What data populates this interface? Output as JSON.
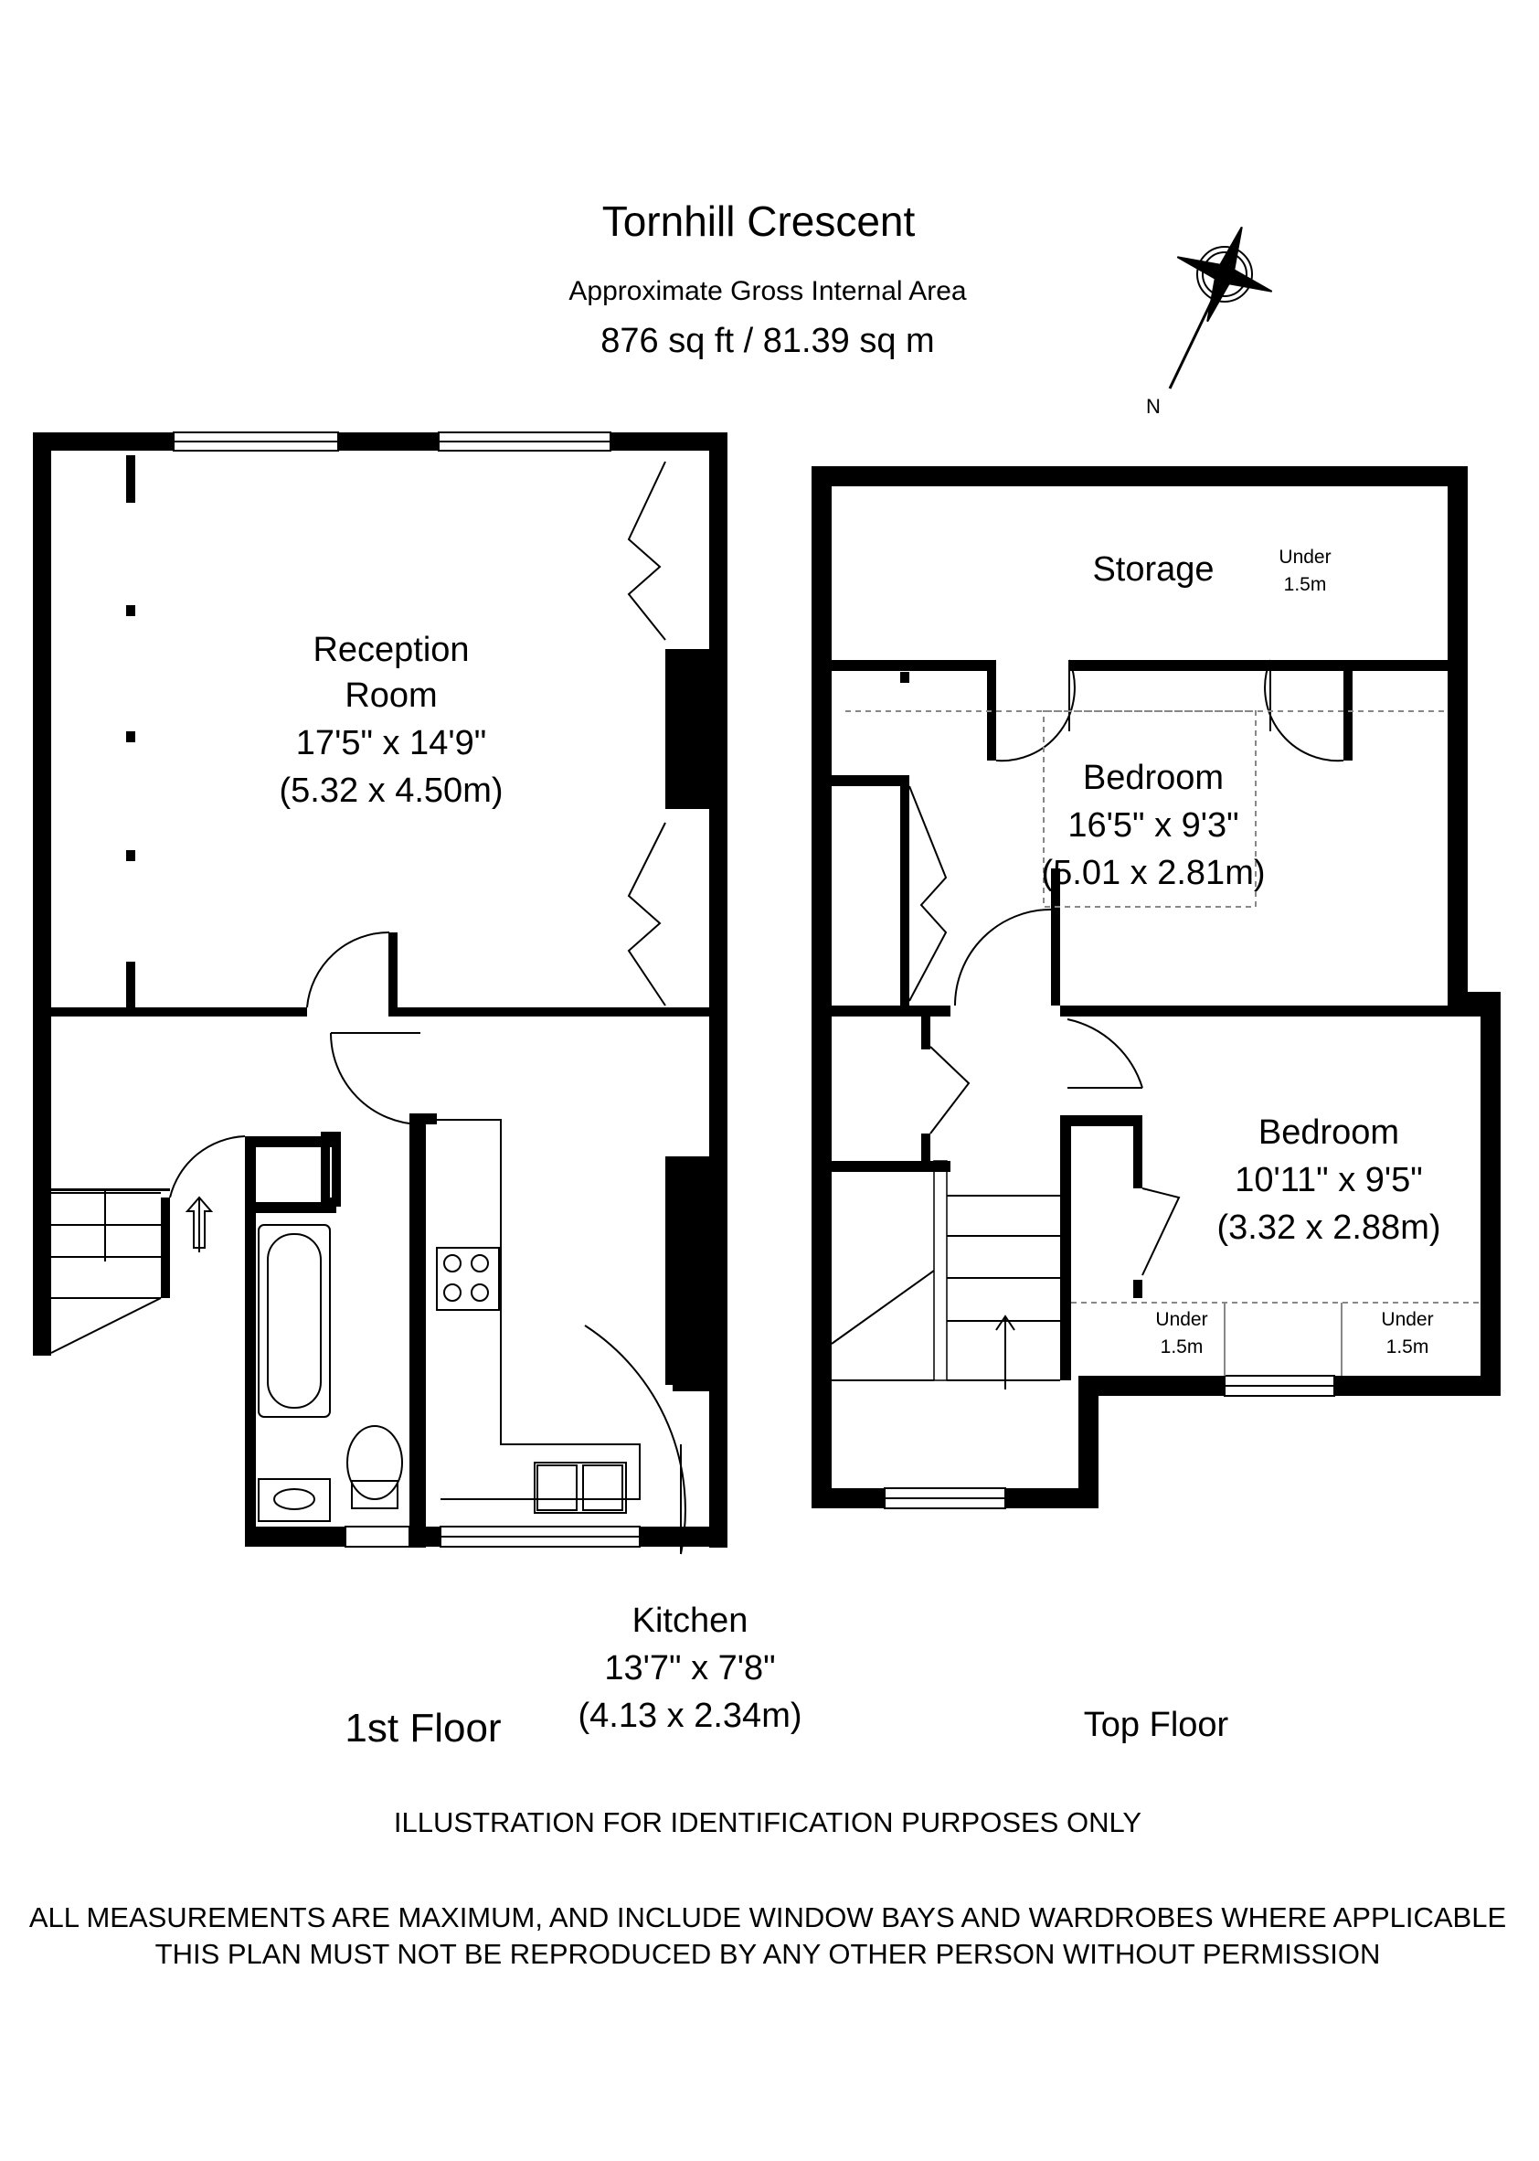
{
  "header": {
    "title": "Tornhill Crescent",
    "subtitle": "Approximate Gross Internal Area",
    "area": "876 sq ft  /  81.39 sq m"
  },
  "compass": {
    "label": "N",
    "icon": "compass-rose-icon"
  },
  "first_floor": {
    "label": "1st Floor",
    "reception": {
      "name_line1": "Reception",
      "name_line2": "Room",
      "imperial": "17'5\" x 14'9\"",
      "metric": "(5.32 x 4.50m)"
    },
    "kitchen": {
      "name": "Kitchen",
      "imperial": "13'7\" x 7'8\"",
      "metric": "(4.13 x 2.34m)"
    }
  },
  "top_floor": {
    "label": "Top Floor",
    "storage": {
      "name": "Storage",
      "note_line1": "Under",
      "note_line2": "1.5m"
    },
    "bedroom1": {
      "name": "Bedroom",
      "imperial": "16'5\" x 9'3\"",
      "metric": "(5.01 x 2.81m)"
    },
    "bedroom2": {
      "name": "Bedroom",
      "imperial": "10'11\" x 9'5\"",
      "metric": "(3.32 x 2.88m)",
      "under_left_1": "Under",
      "under_left_2": "1.5m",
      "under_right_1": "Under",
      "under_right_2": "1.5m"
    }
  },
  "footer": {
    "line1": "ILLUSTRATION FOR IDENTIFICATION PURPOSES ONLY",
    "line2": "ALL MEASUREMENTS ARE MAXIMUM, AND INCLUDE WINDOW BAYS AND WARDROBES WHERE APPLICABLE",
    "line3": "THIS PLAN MUST NOT BE REPRODUCED BY ANY OTHER PERSON WITHOUT PERMISSION"
  }
}
